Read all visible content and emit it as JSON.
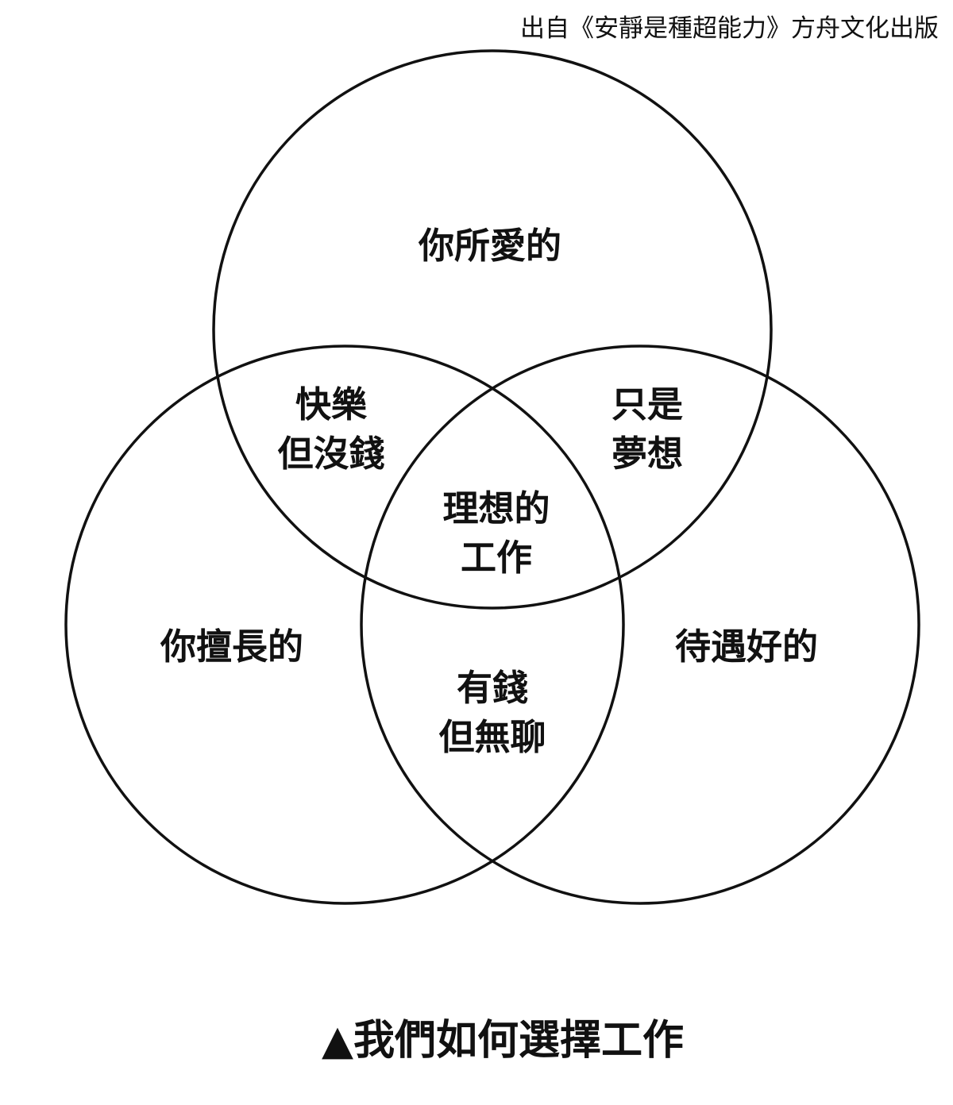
{
  "credit": "出自《安靜是種超能力》方舟文化出版",
  "circles": {
    "top": "你所愛的",
    "left": "你擅長的",
    "right": "待遇好的"
  },
  "intersections": {
    "top_left": [
      "快樂",
      "但沒錢"
    ],
    "top_right": [
      "只是",
      "夢想"
    ],
    "center": [
      "理想的",
      "工作"
    ],
    "left_right": [
      "有錢",
      "但無聊"
    ]
  },
  "caption": "▲我們如何選擇工作"
}
